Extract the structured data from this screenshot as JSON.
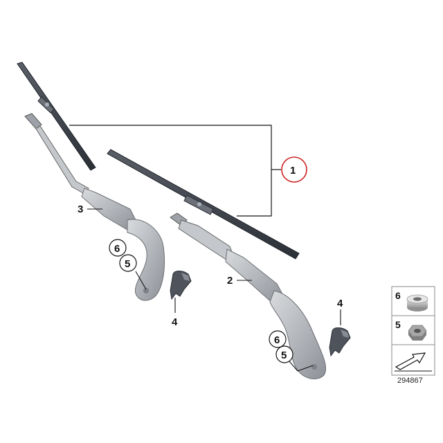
{
  "callouts": {
    "wiper_blade_set": "1",
    "arm_right": "2",
    "arm_left": "3",
    "cap_left": "4",
    "cap_right": "4",
    "nut_left": "5",
    "washer_left": "6",
    "nut_right": "5",
    "washer_right": "6"
  },
  "legend": {
    "items": [
      {
        "label": "6",
        "icon": "washer-icon"
      },
      {
        "label": "5",
        "icon": "hex-nut-icon"
      },
      {
        "label": "",
        "icon": "direction-arrow-icon"
      }
    ]
  },
  "reference_number": "294867",
  "colors": {
    "highlight_circle": "#cc2222",
    "blade": "#3a3f48",
    "arm_metal": "#b9bcc1",
    "cap": "#4a4f57"
  }
}
